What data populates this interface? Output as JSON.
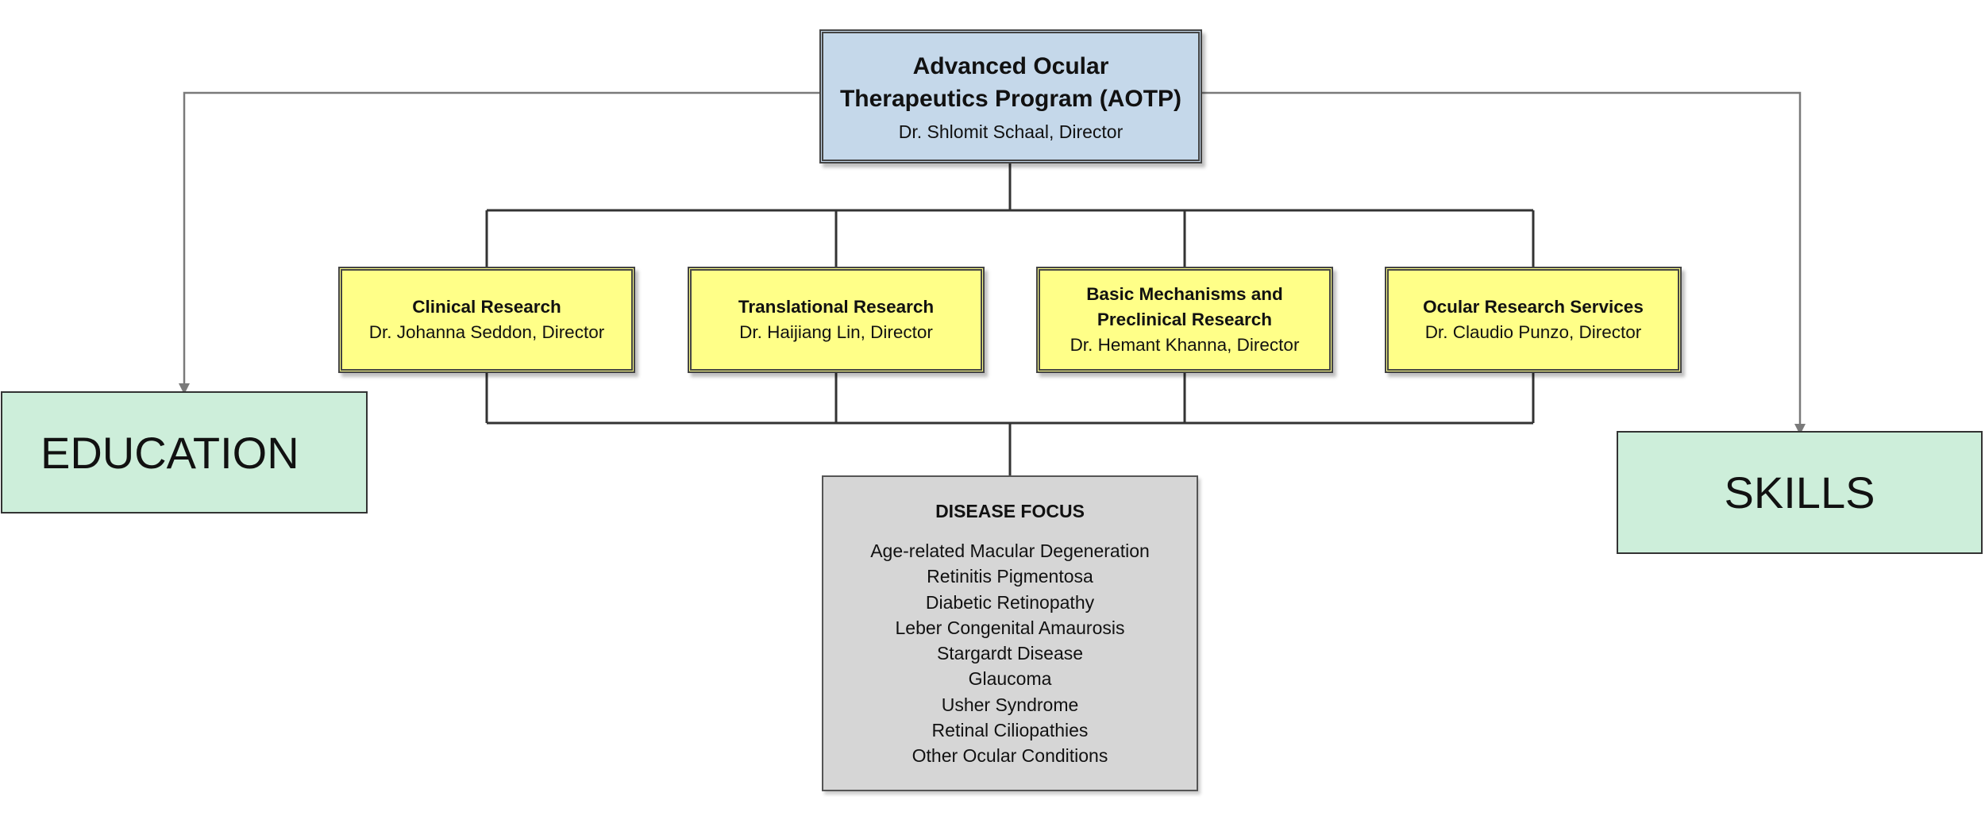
{
  "program": {
    "title_line1": "Advanced Ocular",
    "title_line2": "Therapeutics Program (AOTP)",
    "director": "Dr. Shlomit Schaal, Director"
  },
  "departments": [
    {
      "title": "Clinical Research",
      "title2": "",
      "director": "Dr. Johanna Seddon, Director"
    },
    {
      "title": "Translational Research",
      "title2": "",
      "director": "Dr. Haijiang Lin, Director"
    },
    {
      "title": "Basic Mechanisms and",
      "title2": "Preclinical Research",
      "director": "Dr. Hemant Khanna, Director"
    },
    {
      "title": "Ocular Research Services",
      "title2": "",
      "director": "Dr. Claudio Punzo, Director"
    }
  ],
  "education": {
    "label": "EDUCATION"
  },
  "skills": {
    "label": "SKILLS"
  },
  "disease_focus": {
    "title": "DISEASE FOCUS",
    "items": [
      "Age-related Macular Degeneration",
      "Retinitis Pigmentosa",
      "Diabetic Retinopathy",
      "Leber Congenital Amaurosis",
      "Stargardt Disease",
      "Glaucoma",
      "Usher Syndrome",
      "Retinal Ciliopathies",
      "Other Ocular Conditions"
    ]
  },
  "colors": {
    "program_box": "#c5d8ea",
    "department_box": "#ffff88",
    "side_box": "#cdeeda",
    "disease_box": "#d6d6d6"
  }
}
